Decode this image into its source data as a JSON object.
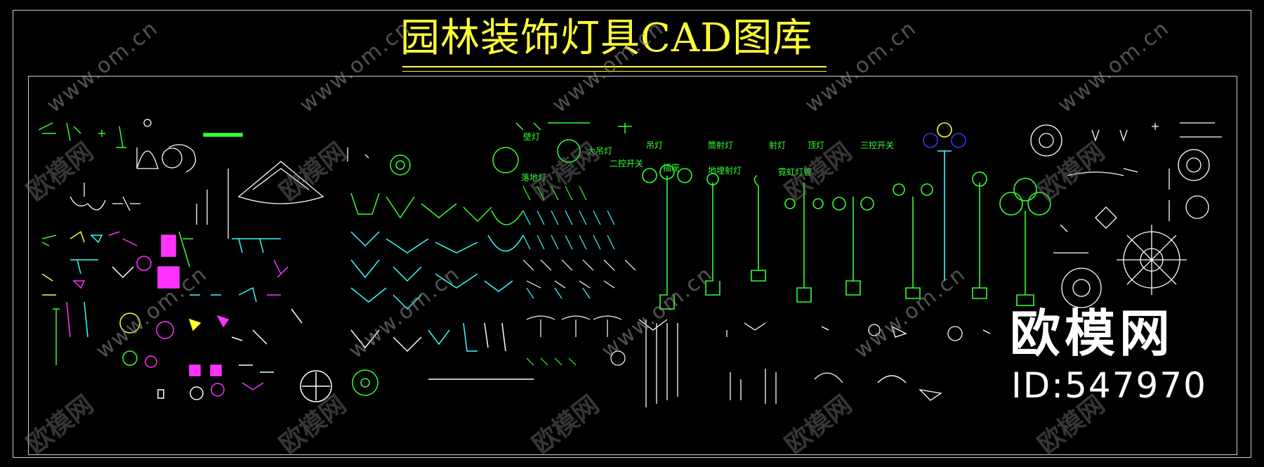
{
  "drawing": {
    "title": "园林装饰灯具CAD图库",
    "labels": [
      "壁灯",
      "吊灯",
      "筒射灯",
      "射灯",
      "霓虹灯管",
      "三控开关",
      "落地灯",
      "大吊灯",
      "二控开关",
      "地埋射灯",
      "插座",
      "顶灯"
    ]
  },
  "watermark": {
    "url_text": "www.om.cn",
    "brand_text": "欧模网"
  },
  "brand": {
    "logo_text": "欧模网",
    "id_text": "ID:547970"
  },
  "colors": {
    "background": "#000000",
    "title": "#ffff33",
    "green": "#33ff33",
    "cyan": "#33ffff",
    "magenta": "#ff33ff",
    "white": "#ffffff",
    "yellow": "#ffff33"
  }
}
